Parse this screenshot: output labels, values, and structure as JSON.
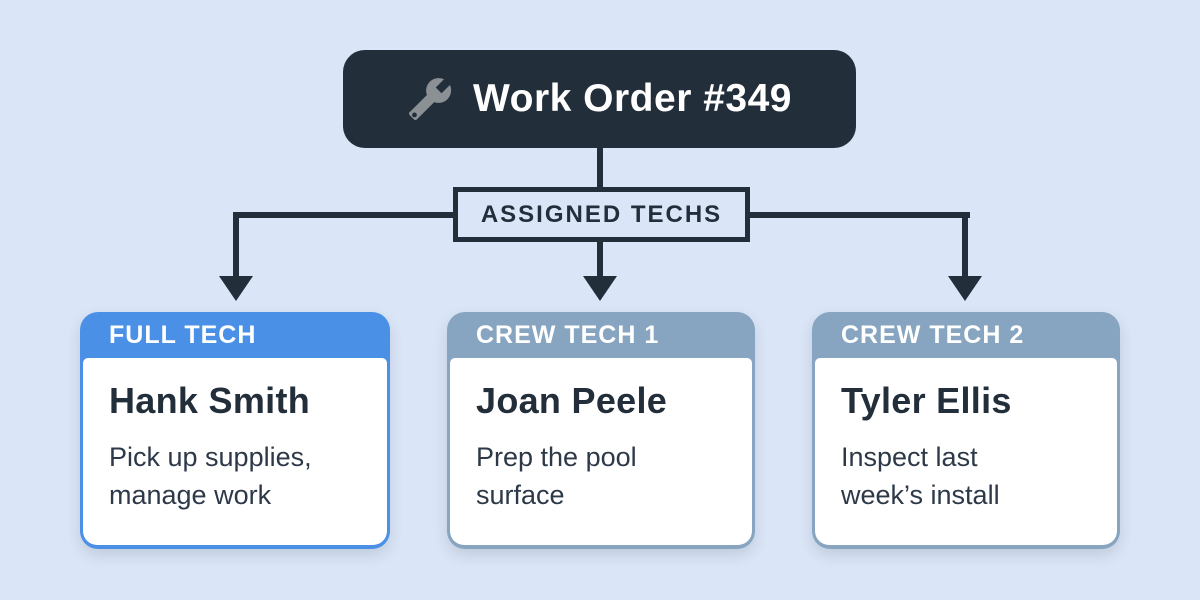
{
  "diagram": {
    "title": "Work Order #349",
    "title_icon": "wrench-icon",
    "connector_label": "ASSIGNED TECHS",
    "techs": [
      {
        "role": "FULL TECH",
        "name": "Hank Smith",
        "task": "Pick up supplies,\nmanage work",
        "accent": "#4a90e6"
      },
      {
        "role": "CREW TECH 1",
        "name": "Joan Peele",
        "task": "Prep the pool\nsurface",
        "accent": "#87a5c0"
      },
      {
        "role": "CREW TECH 2",
        "name": "Tyler Ellis",
        "task": "Inspect last\nweek’s install",
        "accent": "#87a5c0"
      }
    ],
    "colors": {
      "background": "#dae6f7",
      "node_dark": "#232e3b",
      "full_tech_accent": "#4a90e6",
      "crew_tech_accent": "#87a5c0",
      "wrench_gray": "#8b9095",
      "name_text": "#232e3b",
      "task_text": "#2d3948"
    }
  }
}
